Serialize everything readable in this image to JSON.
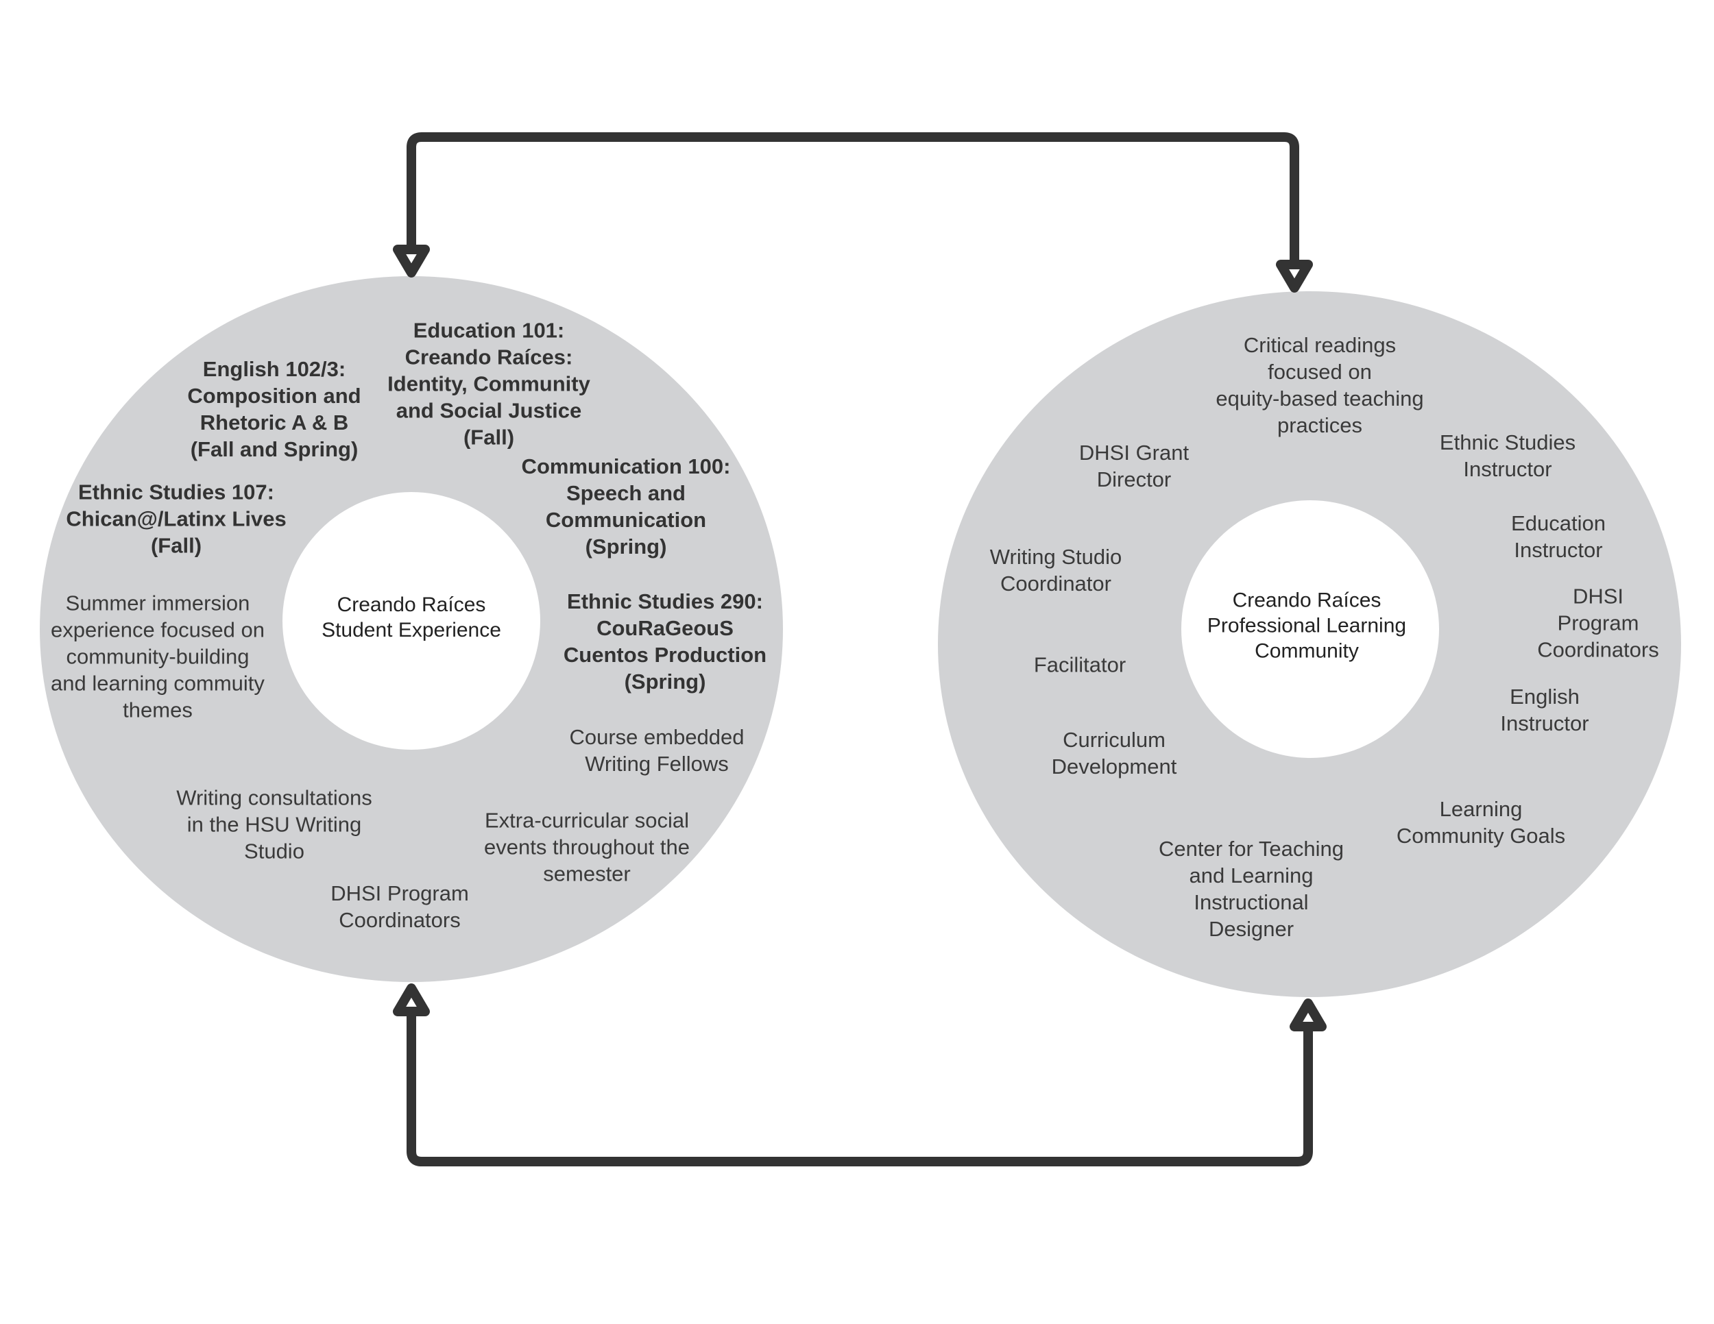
{
  "colors": {
    "ring": "#d1d2d4",
    "center": "#ffffff",
    "arrow": "#333333",
    "text": "#3a3a3a"
  },
  "student_ring": {
    "center_label": "Creando Raíces\nStudent Experience",
    "items": [
      {
        "text": "Education 101:\nCreando Raíces:\nIdentity, Community\nand Social Justice\n(Fall)",
        "bold": true
      },
      {
        "text": "English 102/3:\nComposition and\nRhetoric A & B\n(Fall and Spring)",
        "bold": true
      },
      {
        "text": "Communication 100:\nSpeech and\nCommunication\n(Spring)",
        "bold": true
      },
      {
        "text": "Ethnic Studies 107:\nChican@/Latinx Lives\n(Fall)",
        "bold": true
      },
      {
        "text": "Ethnic Studies 290:\nCouRaGeouS\nCuentos Production\n(Spring)",
        "bold": true
      },
      {
        "text": "Summer immersion\nexperience focused on\ncommunity-building\nand learning commuity\nthemes",
        "bold": false
      },
      {
        "text": "Course embedded\nWriting Fellows",
        "bold": false
      },
      {
        "text": "Writing consultations\nin the HSU Writing\nStudio",
        "bold": false
      },
      {
        "text": "Extra-curricular social\nevents throughout the\nsemester",
        "bold": false
      },
      {
        "text": "DHSI Program\nCoordinators",
        "bold": false
      }
    ]
  },
  "plc_ring": {
    "center_label": "Creando Raíces\nProfessional Learning\nCommunity",
    "items": [
      {
        "text": "Critical readings\nfocused on\nequity-based teaching\npractices",
        "bold": false
      },
      {
        "text": "DHSI Grant\nDirector",
        "bold": false
      },
      {
        "text": "Ethnic Studies\nInstructor",
        "bold": false
      },
      {
        "text": "Education\nInstructor",
        "bold": false
      },
      {
        "text": "Writing Studio\nCoordinator",
        "bold": false
      },
      {
        "text": "DHSI Program\nCoordinators",
        "bold": false
      },
      {
        "text": "Facilitator",
        "bold": false
      },
      {
        "text": "English\nInstructor",
        "bold": false
      },
      {
        "text": "Curriculum\nDevelopment",
        "bold": false
      },
      {
        "text": "Learning\nCommunity Goals",
        "bold": false
      },
      {
        "text": "Center for Teaching\nand Learning\nInstructional\nDesigner",
        "bold": false
      }
    ]
  }
}
